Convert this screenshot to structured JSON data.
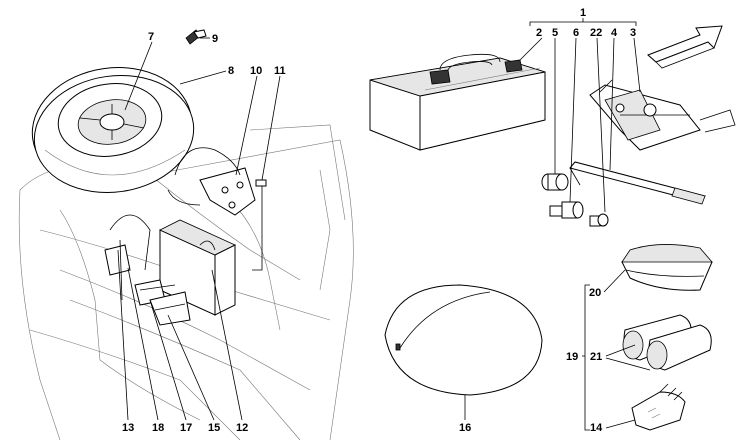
{
  "callouts": [
    {
      "id": "c1",
      "label": "1"
    },
    {
      "id": "c2",
      "label": "2"
    },
    {
      "id": "c3",
      "label": "3"
    },
    {
      "id": "c4",
      "label": "4"
    },
    {
      "id": "c5",
      "label": "5"
    },
    {
      "id": "c6",
      "label": "6"
    },
    {
      "id": "c7",
      "label": "7"
    },
    {
      "id": "c8",
      "label": "8"
    },
    {
      "id": "c9",
      "label": "9"
    },
    {
      "id": "c10",
      "label": "10"
    },
    {
      "id": "c11",
      "label": "11"
    },
    {
      "id": "c12",
      "label": "12"
    },
    {
      "id": "c13",
      "label": "13"
    },
    {
      "id": "c14",
      "label": "14"
    },
    {
      "id": "c15",
      "label": "15"
    },
    {
      "id": "c16",
      "label": "16"
    },
    {
      "id": "c17",
      "label": "17"
    },
    {
      "id": "c18",
      "label": "18"
    },
    {
      "id": "c19",
      "label": "19"
    },
    {
      "id": "c20",
      "label": "20"
    },
    {
      "id": "c21",
      "label": "21"
    },
    {
      "id": "c22",
      "label": "22"
    }
  ],
  "colors": {
    "line": "#000000",
    "background": "#ffffff",
    "shading": "#e6e6e6"
  }
}
